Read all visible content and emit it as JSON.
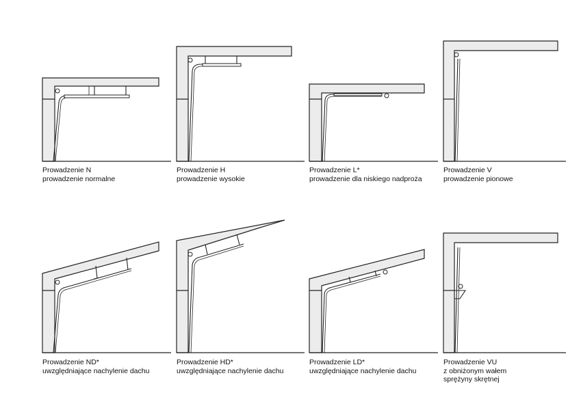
{
  "figures": [
    {
      "id": "n",
      "title": "Prowadzenie N",
      "lines": [
        "prowadzenie normalne"
      ]
    },
    {
      "id": "h",
      "title": "Prowadzenie H",
      "lines": [
        "prowadzenie wysokie"
      ]
    },
    {
      "id": "l",
      "title": "Prowadzenie L*",
      "lines": [
        "prowadzenie dla niskiego nadproża"
      ]
    },
    {
      "id": "v",
      "title": "Prowadzenie V",
      "lines": [
        "prowadzenie pionowe"
      ]
    },
    {
      "id": "nd",
      "title": "Prowadzenie ND*",
      "lines": [
        "uwzględniające nachylenie dachu"
      ]
    },
    {
      "id": "hd",
      "title": "Prowadzenie HD*",
      "lines": [
        "uwzględniające nachylenie dachu"
      ]
    },
    {
      "id": "ld",
      "title": "Prowadzenie LD*",
      "lines": [
        "uwzględniające nachylenie dachu"
      ]
    },
    {
      "id": "vu",
      "title": "Prowadzenie VU",
      "lines": [
        "z obniżonym wałem",
        "sprężyny skrętnej"
      ]
    }
  ]
}
